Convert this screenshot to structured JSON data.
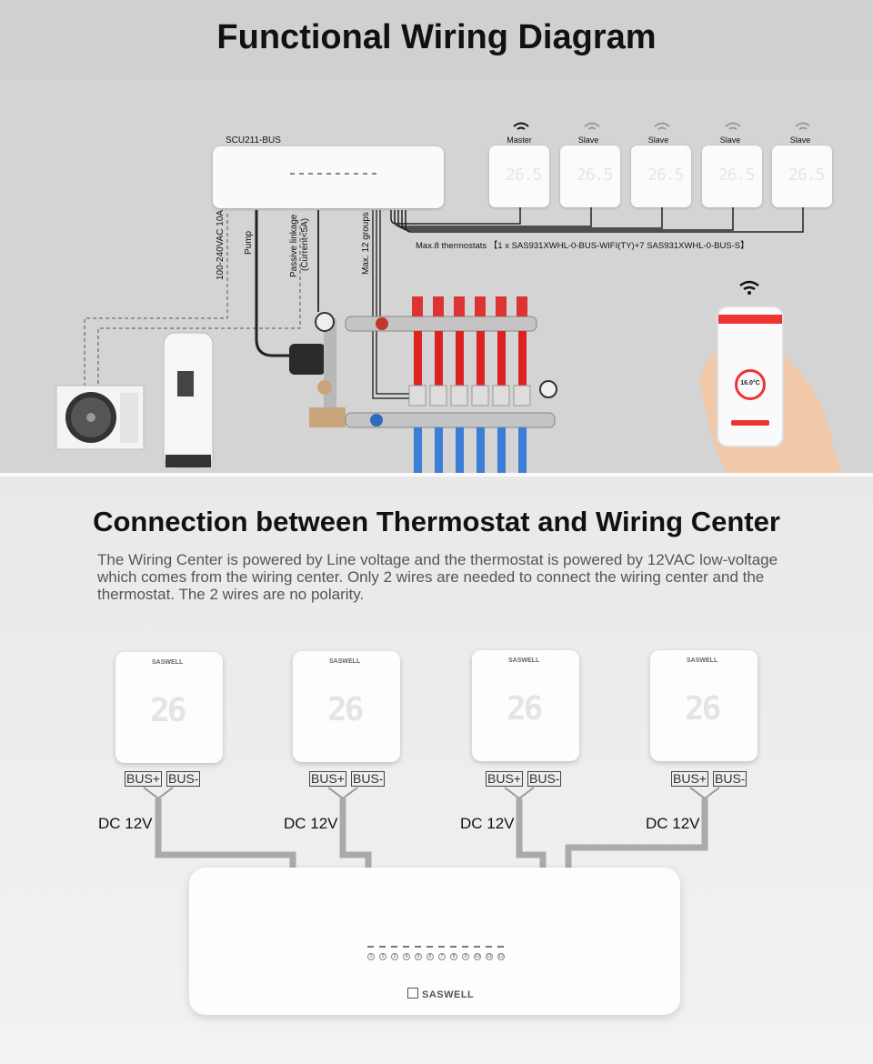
{
  "header": {
    "title": "Functional Wiring Diagram"
  },
  "top_diagram": {
    "wiring_center_label": "SCU211-BUS",
    "thermostats": [
      {
        "role": "Master"
      },
      {
        "role": "Slave"
      },
      {
        "role": "Slave"
      },
      {
        "role": "Slave"
      },
      {
        "role": "Slave"
      }
    ],
    "power_label": "100-240VAC  10A",
    "pump_label": "Pump",
    "linkage_label_1": "Passive linkage",
    "linkage_label_2": "(Current<5A)",
    "groups_label": "Max. 12 groups",
    "max_thermostats_note": "Max.8 thermostats 【1 x SAS931XWHL-0-BUS-WIFI(TY)+7 SAS931XWHL-0-BUS-S】",
    "phone_temp": "16.0°C"
  },
  "section2": {
    "heading": "Connection between Thermostat and Wiring Center",
    "description": "The Wiring Center is powered by Line voltage and the thermostat is powered by 12VAC low-voltage which comes from the wiring center. Only 2 wires are needed to connect the wiring center and the thermostat. The 2 wires are no polarity.",
    "thermostats": [
      {
        "brand": "SASWELL",
        "display": "26",
        "bus_plus": "BUS+",
        "bus_minus": "BUS-",
        "voltage": "DC 12V"
      },
      {
        "brand": "SASWELL",
        "display": "26",
        "bus_plus": "BUS+",
        "bus_minus": "BUS-",
        "voltage": "DC 12V"
      },
      {
        "brand": "SASWELL",
        "display": "26",
        "bus_plus": "BUS+",
        "bus_minus": "BUS-",
        "voltage": "DC 12V"
      },
      {
        "brand": "SASWELL",
        "display": "26",
        "bus_plus": "BUS+",
        "bus_minus": "BUS-",
        "voltage": "DC 12V"
      }
    ],
    "wiring_center_brand": "SASWELL",
    "channel_numbers": [
      "1",
      "2",
      "3",
      "4",
      "5",
      "6",
      "7",
      "8",
      "9",
      "10",
      "11",
      "12"
    ]
  }
}
